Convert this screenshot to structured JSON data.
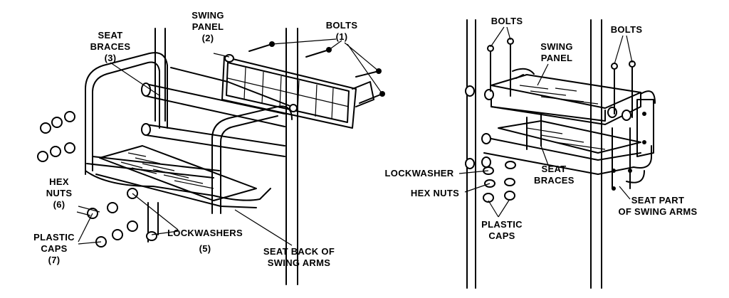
{
  "left_view": {
    "seat_braces": {
      "line1": "SEAT",
      "line2": "BRACES",
      "ref": "(3)"
    },
    "swing_panel": {
      "line1": "SWING",
      "line2": "PANEL",
      "ref": "(2)"
    },
    "bolts": {
      "line1": "BOLTS",
      "ref": "(1)"
    },
    "hex_nuts": {
      "line1": "HEX",
      "line2": "NUTS",
      "ref": "(6)"
    },
    "plastic_caps": {
      "line1": "PLASTIC",
      "line2": "CAPS",
      "ref": "(7)"
    },
    "lockwashers": {
      "line1": "LOCKWASHERS",
      "ref": "(5)"
    },
    "seat_back": {
      "line1": "SEAT BACK OF",
      "line2": "SWING ARMS"
    }
  },
  "right_view": {
    "bolts_left": "BOLTS",
    "bolts_right": "BOLTS",
    "swing_panel": {
      "line1": "SWING",
      "line2": "PANEL"
    },
    "lockwasher": "LOCKWASHER",
    "seat_braces": {
      "line1": "SEAT",
      "line2": "BRACES"
    },
    "hex_nuts": "HEX NUTS",
    "plastic_caps": {
      "line1": "PLASTIC",
      "line2": "CAPS"
    },
    "seat_part": {
      "line1": "SEAT PART",
      "line2": "OF SWING ARMS"
    }
  }
}
